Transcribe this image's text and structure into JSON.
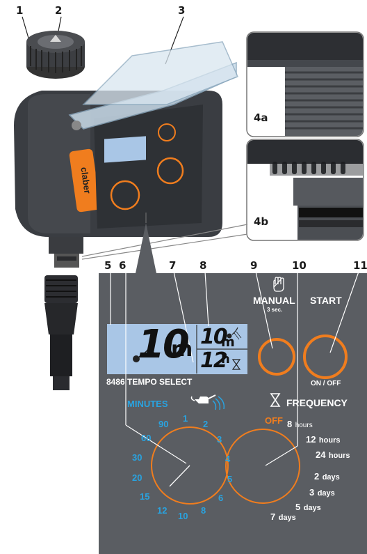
{
  "callouts": {
    "c1": "1",
    "c2": "2",
    "c3": "3",
    "c4a": "4a",
    "c4b": "4b",
    "c5": "5",
    "c6": "6",
    "c7": "7",
    "c8": "8",
    "c9": "9",
    "c10": "10",
    "c11": "11"
  },
  "device": {
    "brand": "claber"
  },
  "panel": {
    "lcd_main_value": "10",
    "lcd_main_unit": "m",
    "lcd_small_top_value": "10",
    "lcd_small_top_unit": "m",
    "lcd_small_bottom_value": "12",
    "lcd_small_bottom_unit": "h",
    "model_label": "8486 TEMPO SELECT",
    "manual_label": "MANUAL",
    "manual_sub": "3 sec.",
    "start_label": "START",
    "start_sub": "ON / OFF",
    "minutes_label": "MINUTES",
    "frequency_label": "FREQUENCY",
    "minutes_values": [
      "1",
      "2",
      "3",
      "4",
      "5",
      "6",
      "8",
      "10",
      "12",
      "15",
      "20",
      "30",
      "60",
      "90"
    ],
    "frequency_off": "OFF",
    "frequency_values": [
      {
        "num": "8",
        "unit": "hours"
      },
      {
        "num": "12",
        "unit": "hours"
      },
      {
        "num": "24",
        "unit": "hours"
      },
      {
        "num": "2",
        "unit": "days"
      },
      {
        "num": "3",
        "unit": "days"
      },
      {
        "num": "5",
        "unit": "days"
      },
      {
        "num": "7",
        "unit": "days"
      }
    ]
  },
  "colors": {
    "panel_bg": "#5a5d62",
    "lcd_bg": "#a9c6e6",
    "accent_orange": "#f07d1e",
    "accent_blue": "#29a3e0",
    "device_body": "#3a3d42"
  }
}
